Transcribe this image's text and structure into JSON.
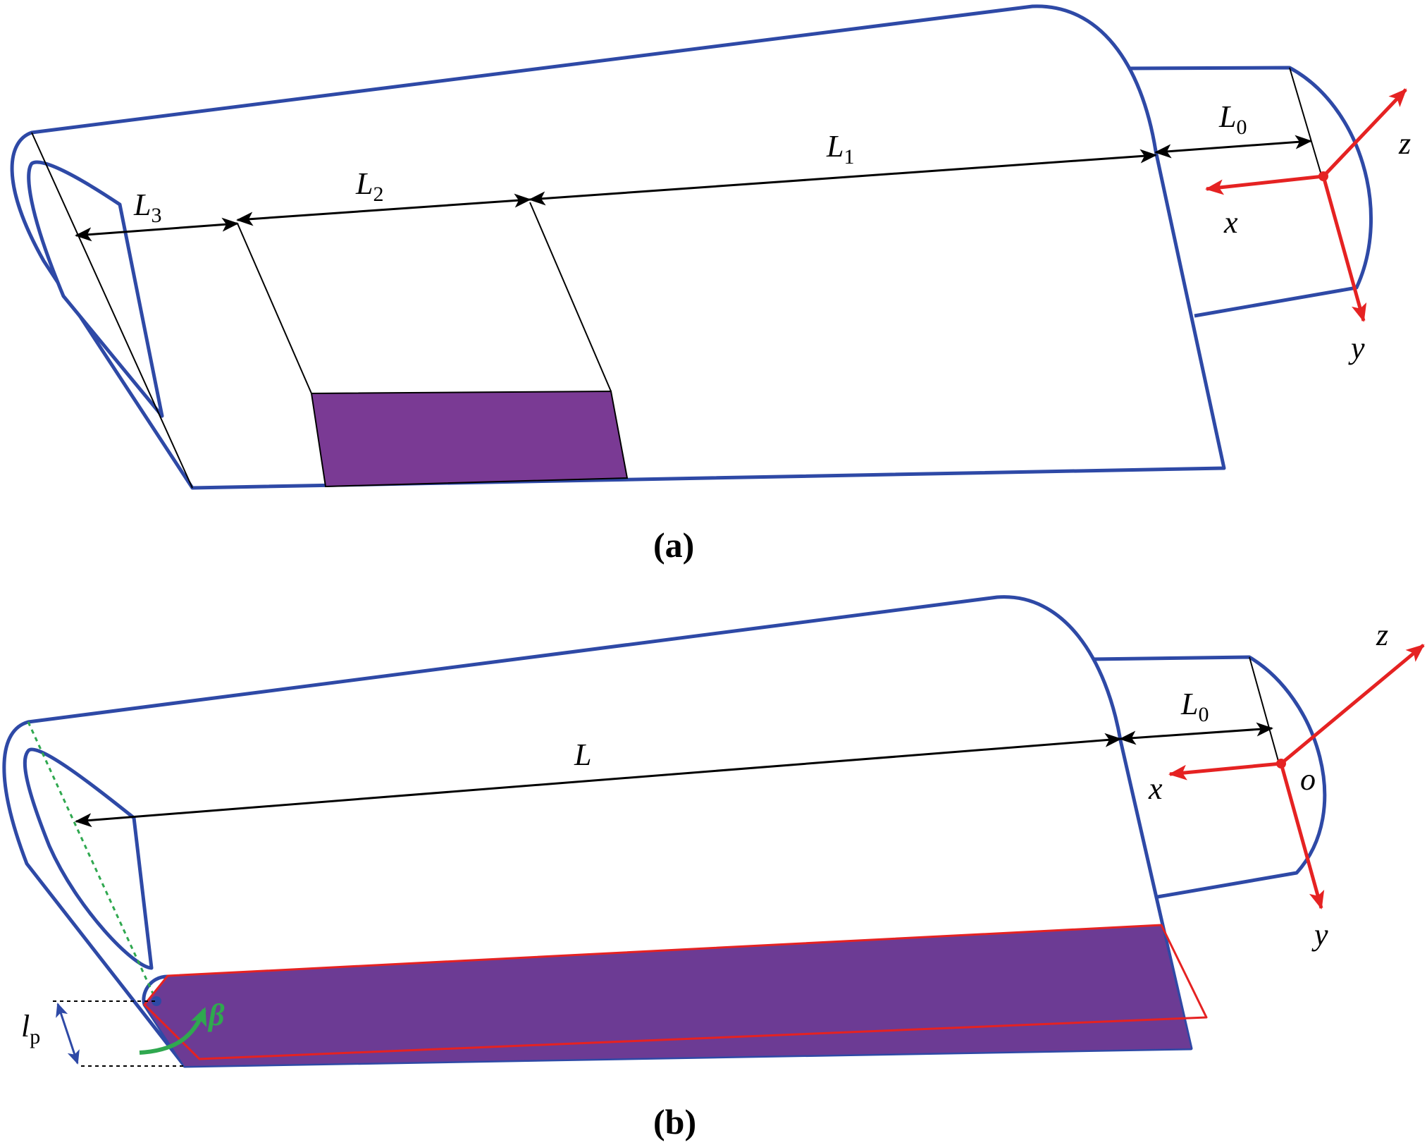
{
  "colors": {
    "outline": "#2e49a6",
    "patch": "#7a3a94",
    "patch_b": "#6c3b94",
    "axis": "#e52222",
    "dimension": "#000000",
    "hinge": "#2fa84f",
    "lp_arrow": "#2e49a6"
  },
  "panel_a": {
    "caption_open": "(",
    "caption_letter": "a",
    "caption_close": ")",
    "dimensions": [
      {
        "base": "L",
        "sub": "3"
      },
      {
        "base": "L",
        "sub": "2"
      },
      {
        "base": "L",
        "sub": "1"
      },
      {
        "base": "L",
        "sub": "0"
      }
    ],
    "axes": {
      "x": "x",
      "y": "y",
      "z": "z"
    }
  },
  "panel_b": {
    "caption_open": "(",
    "caption_letter": "b",
    "caption_close": ")",
    "dimensions": [
      {
        "base": "L",
        "sub": ""
      },
      {
        "base": "L",
        "sub": "0"
      }
    ],
    "axes": {
      "x": "x",
      "y": "y",
      "z": "z",
      "origin": "o"
    },
    "angle": "β",
    "offset": {
      "base": "l",
      "sub": "p"
    }
  }
}
